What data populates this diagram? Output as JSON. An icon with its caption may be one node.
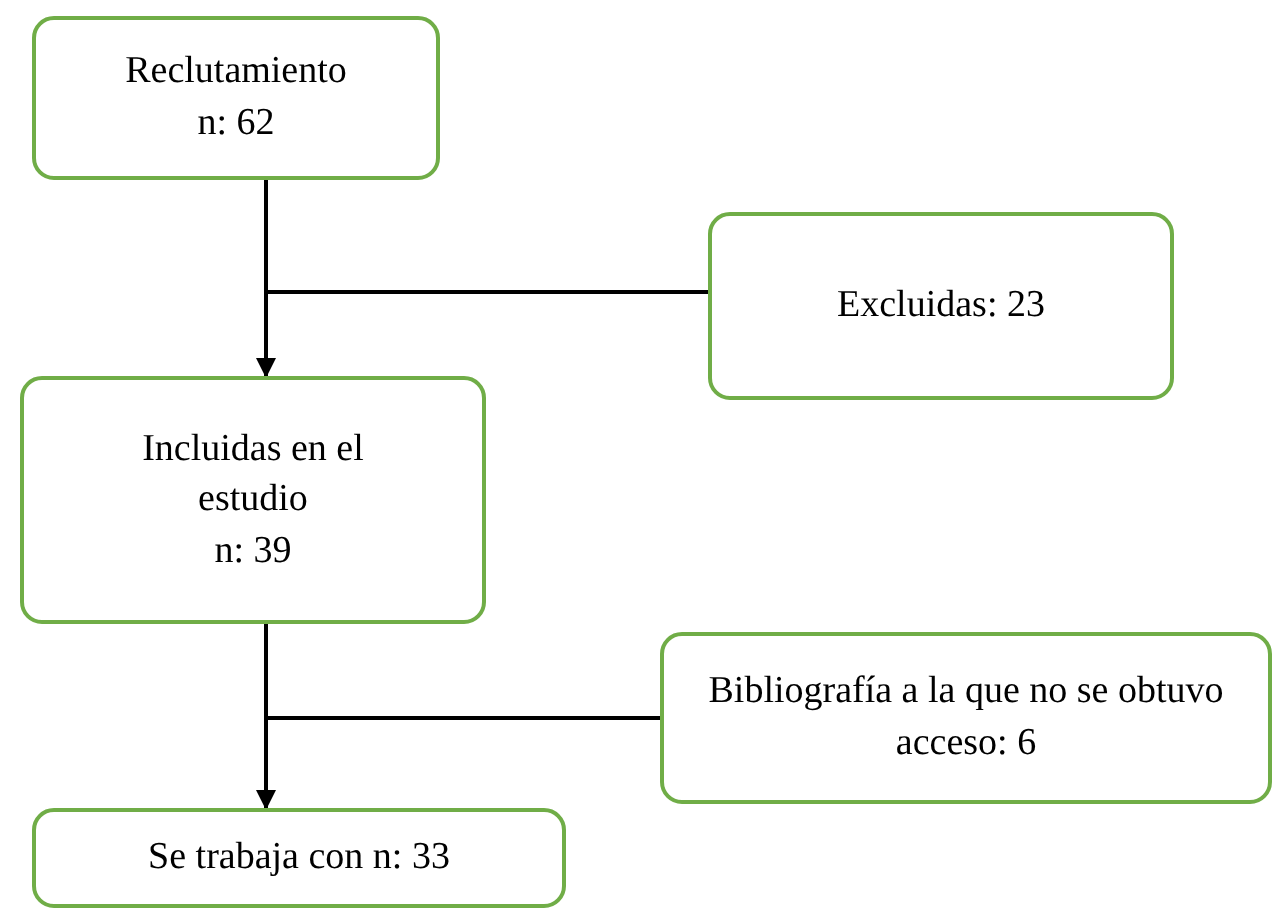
{
  "diagram": {
    "nodes": [
      {
        "text": [
          "Reclutamiento",
          "n: 62"
        ]
      },
      {
        "text": [
          "Excluidas: 23"
        ]
      },
      {
        "text": [
          "Incluidas en el estudio",
          "n: 39"
        ]
      },
      {
        "text": [
          "Bibliografía a la que no se obtuvo acceso: 6"
        ]
      },
      {
        "text": [
          "Se trabaja con n: 33"
        ]
      }
    ],
    "edges": [
      {
        "from": 0,
        "to": 2,
        "arrow": "to"
      },
      {
        "from": 0,
        "to": 1,
        "arrow": "none"
      },
      {
        "from": 2,
        "to": 4,
        "arrow": "to"
      },
      {
        "from": 2,
        "to": 3,
        "arrow": "none"
      }
    ]
  }
}
